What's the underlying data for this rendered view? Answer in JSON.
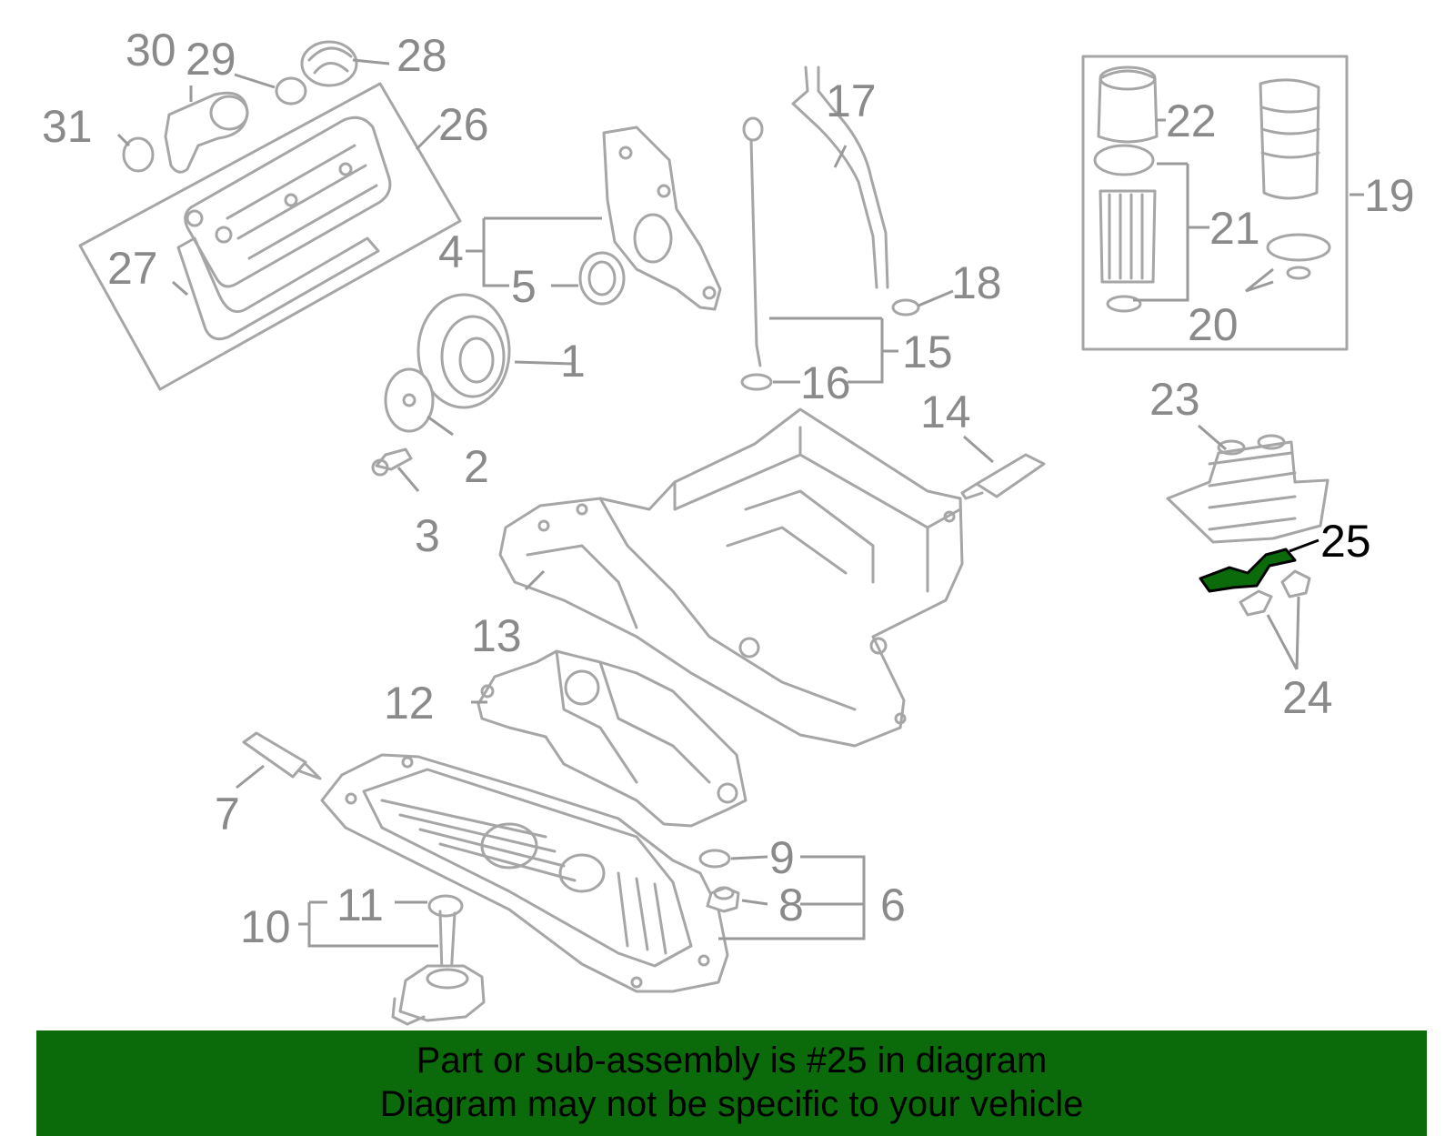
{
  "callouts": [
    {
      "id": "1",
      "label": "1"
    },
    {
      "id": "2",
      "label": "2"
    },
    {
      "id": "3",
      "label": "3"
    },
    {
      "id": "4",
      "label": "4"
    },
    {
      "id": "5",
      "label": "5"
    },
    {
      "id": "6",
      "label": "6"
    },
    {
      "id": "7",
      "label": "7"
    },
    {
      "id": "8",
      "label": "8"
    },
    {
      "id": "9",
      "label": "9"
    },
    {
      "id": "10",
      "label": "10"
    },
    {
      "id": "11",
      "label": "11"
    },
    {
      "id": "12",
      "label": "12"
    },
    {
      "id": "13",
      "label": "13"
    },
    {
      "id": "14",
      "label": "14"
    },
    {
      "id": "15",
      "label": "15"
    },
    {
      "id": "16",
      "label": "16"
    },
    {
      "id": "17",
      "label": "17"
    },
    {
      "id": "18",
      "label": "18"
    },
    {
      "id": "19",
      "label": "19"
    },
    {
      "id": "20",
      "label": "20"
    },
    {
      "id": "21",
      "label": "21"
    },
    {
      "id": "22",
      "label": "22"
    },
    {
      "id": "23",
      "label": "23"
    },
    {
      "id": "24",
      "label": "24"
    },
    {
      "id": "25",
      "label": "25"
    },
    {
      "id": "26",
      "label": "26"
    },
    {
      "id": "27",
      "label": "27"
    },
    {
      "id": "28",
      "label": "28"
    },
    {
      "id": "29",
      "label": "29"
    },
    {
      "id": "30",
      "label": "30"
    },
    {
      "id": "31",
      "label": "31"
    }
  ],
  "highlight": {
    "part": "25",
    "color": "#0b6b0b"
  },
  "colors": {
    "line": "#a6a6a6",
    "label": "#8a8a8a",
    "banner": "#0b6b0b"
  },
  "caption": {
    "line1": "Part or sub-assembly is #25 in diagram",
    "line2": "Diagram may not be specific to your vehicle"
  }
}
